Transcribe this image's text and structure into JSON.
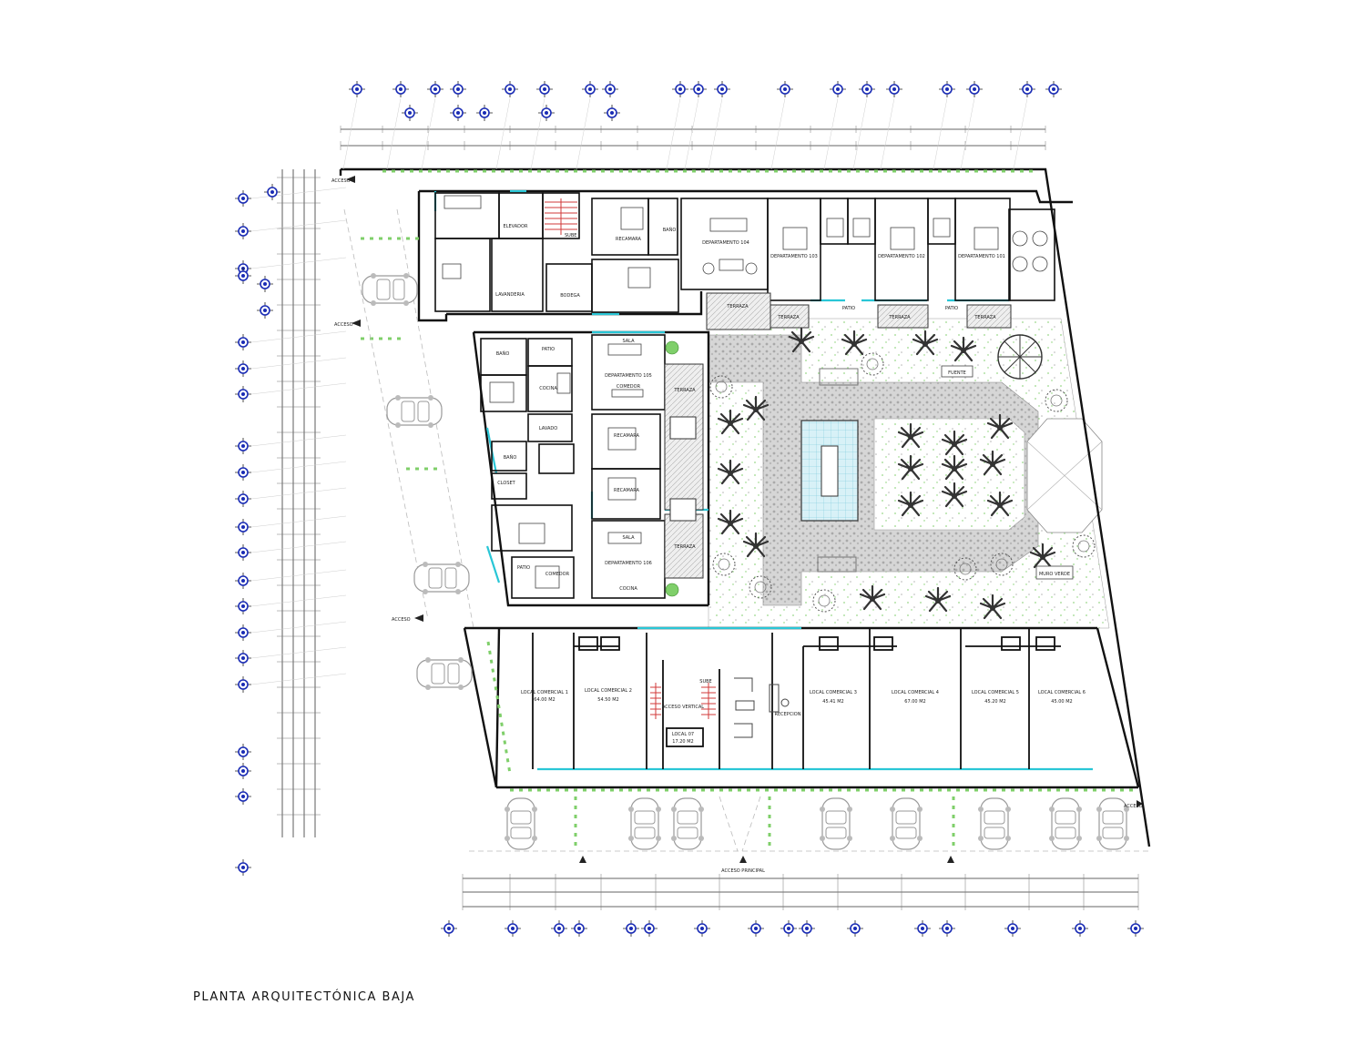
{
  "title": "PLANTA ARQUITECTÓNICA BAJA",
  "colors": {
    "wall": "#111111",
    "glass": "#29c6d6",
    "plant": "#7fcf6a",
    "paving": "#c8c8c8",
    "water": "#bfe9f2",
    "grid_marker": "#1a2cb5",
    "dim_line": "#333333",
    "car": "#9a9a9a"
  },
  "entrance_labels": {
    "top": "ACCESO",
    "mid": "ACCESO",
    "lower": "ACCESO",
    "right": "ACCESO"
  },
  "rooms": {
    "dept_104": "DEPARTAMENTO 104",
    "dept_103": "DEPARTAMENTO 103",
    "dept_102": "DEPARTAMENTO 102",
    "dept_101": "DEPARTAMENTO 101",
    "dept_105": "DEPARTAMENTO 105",
    "dept_106": "DEPARTAMENTO 106",
    "recamara": "RECAMARA",
    "bano": "BAÑO",
    "terraza": "TERRAZA",
    "patio": "PATIO",
    "sala": "SALA",
    "comedor": "COMEDOR",
    "cocina": "COCINA",
    "lavado": "LAVADO",
    "closet": "CLOSET",
    "bodega": "BODEGA",
    "lavanderia": "LAVANDERIA",
    "elevador": "ELEVADOR",
    "recepcion": "RECEPCION",
    "acceso_vertical": "ACCESO VERTICAL",
    "sube": "SUBE",
    "local_1": "LOCAL COMERCIAL 1",
    "local_2": "LOCAL COMERCIAL 2",
    "local_3": "LOCAL COMERCIAL 3",
    "local_4": "LOCAL COMERCIAL 4",
    "local_5": "LOCAL COMERCIAL 5",
    "local_6": "LOCAL COMERCIAL 6",
    "area_1": "64.00 M2",
    "area_2": "54.50 M2",
    "area_3": "45.41 M2",
    "area_4": "67.00 M2",
    "area_5": "45.20 M2",
    "area_6": "45.00 M2",
    "local_07": "LOCAL 07",
    "area_07": "17.20 M2",
    "acceso_principal": "ACCESO PRINCIPAL",
    "muro_verde": "MURO VERDE",
    "fuente": "FUENTE"
  }
}
